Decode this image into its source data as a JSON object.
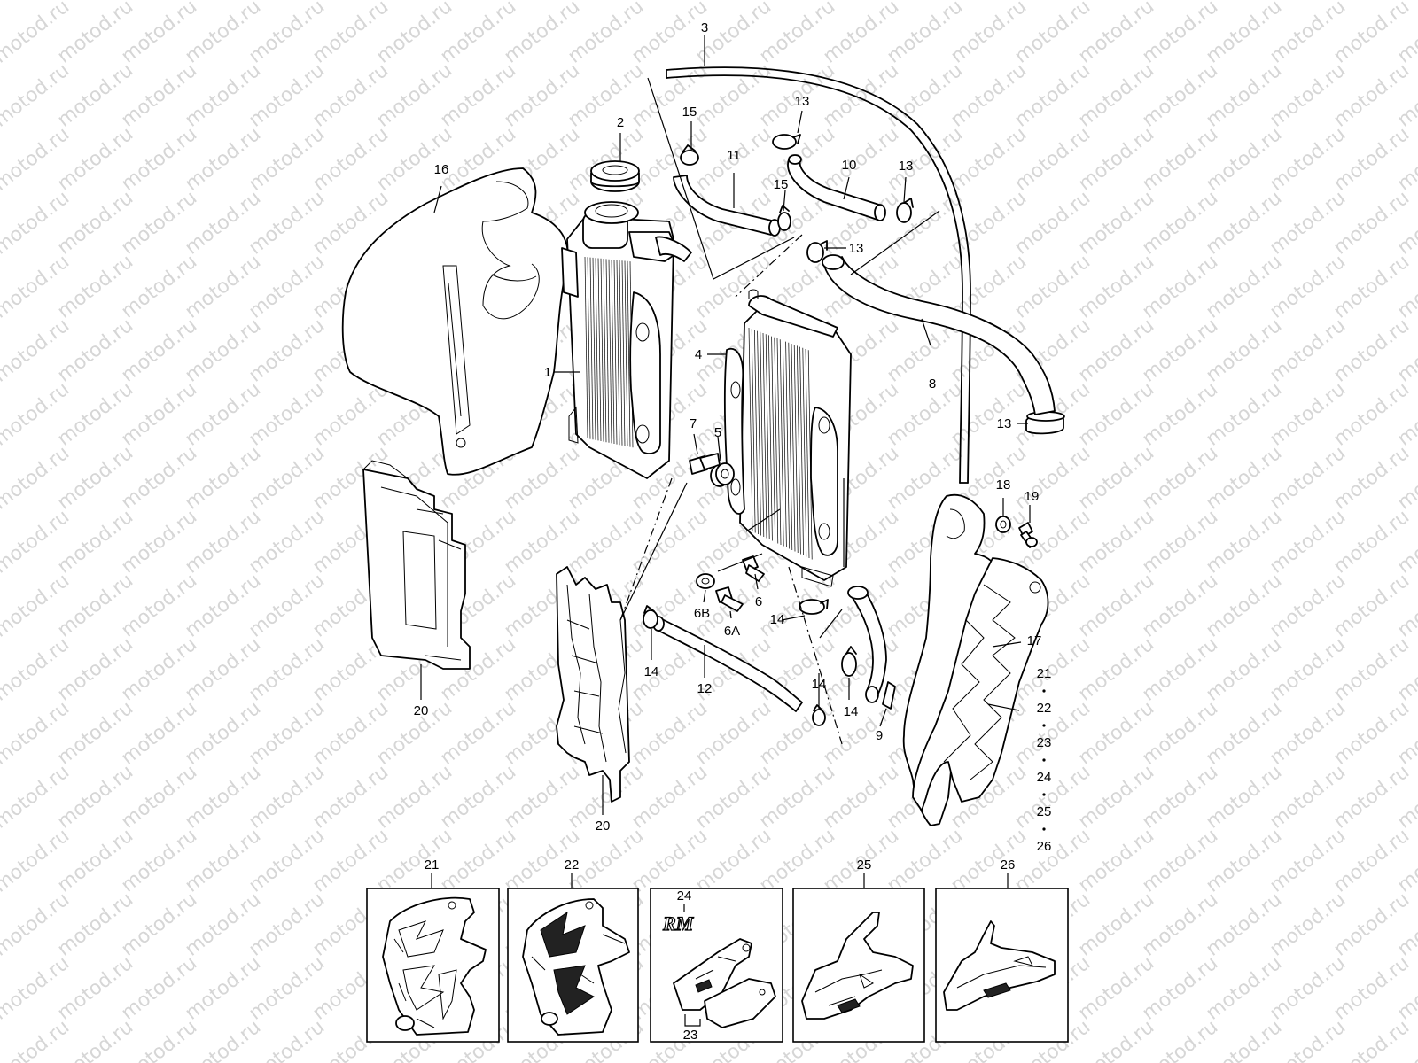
{
  "watermark": {
    "text": "motod.ru"
  },
  "callouts": {
    "p1": "1",
    "p2": "2",
    "p3": "3",
    "p4": "4",
    "p5": "5",
    "p6": "6",
    "p6a": "6A",
    "p6b": "6B",
    "p7": "7",
    "p8": "8",
    "p9": "9",
    "p10": "10",
    "p11": "11",
    "p12": "12",
    "p13a": "13",
    "p13b": "13",
    "p13c": "13",
    "p13d": "13",
    "p14a": "14",
    "p14b": "14",
    "p14c": "14",
    "p14d": "14",
    "p15a": "15",
    "p15b": "15",
    "p16": "16",
    "p17": "17",
    "p18": "18",
    "p19": "19",
    "p20a": "20",
    "p20b": "20",
    "p21": "21",
    "p22": "22",
    "p23": "23",
    "p24": "24",
    "p25": "25",
    "p26": "26"
  },
  "decal_list": [
    "21",
    "22",
    "23",
    "24",
    "25",
    "26"
  ],
  "decal_panels": {
    "d21": "21",
    "d22": "22",
    "d23_24": "24",
    "d23_bottom": "23",
    "d25": "25",
    "d26": "26",
    "logo": "RM"
  }
}
